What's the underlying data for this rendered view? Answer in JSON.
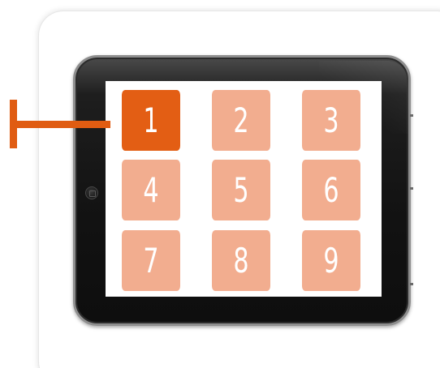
{
  "grid": {
    "tiles": [
      "1",
      "2",
      "3",
      "4",
      "5",
      "6",
      "7",
      "8",
      "9"
    ],
    "selected": "1"
  },
  "colors": {
    "accent": "#e35e14",
    "tile": "#f2ad8f",
    "tile_text": "#ffffff",
    "pointer": "#e05c12",
    "tablet_body": "#151515"
  },
  "icons": {
    "pointer": "t-bar-pointer-icon",
    "home": "home-button-icon"
  }
}
